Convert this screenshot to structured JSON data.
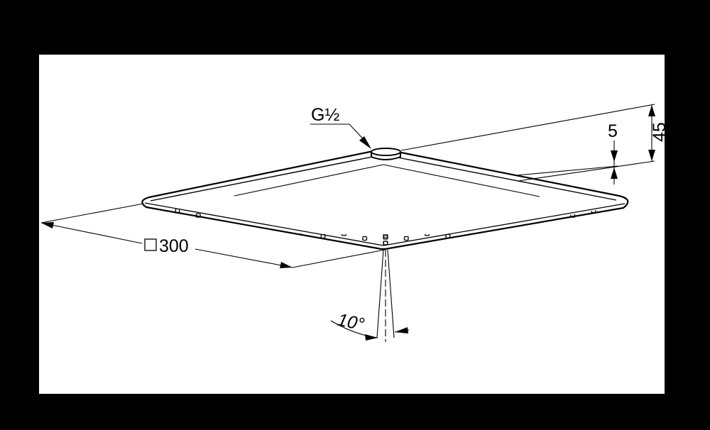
{
  "colors": {
    "background": "#000000",
    "panel": "#ffffff",
    "ink": "#000000"
  },
  "labels": {
    "connection": "G½",
    "size": "300",
    "size_prefix_symbol": "square-symbol",
    "rim_height": "5",
    "total_height": "45",
    "angle": "10°"
  }
}
